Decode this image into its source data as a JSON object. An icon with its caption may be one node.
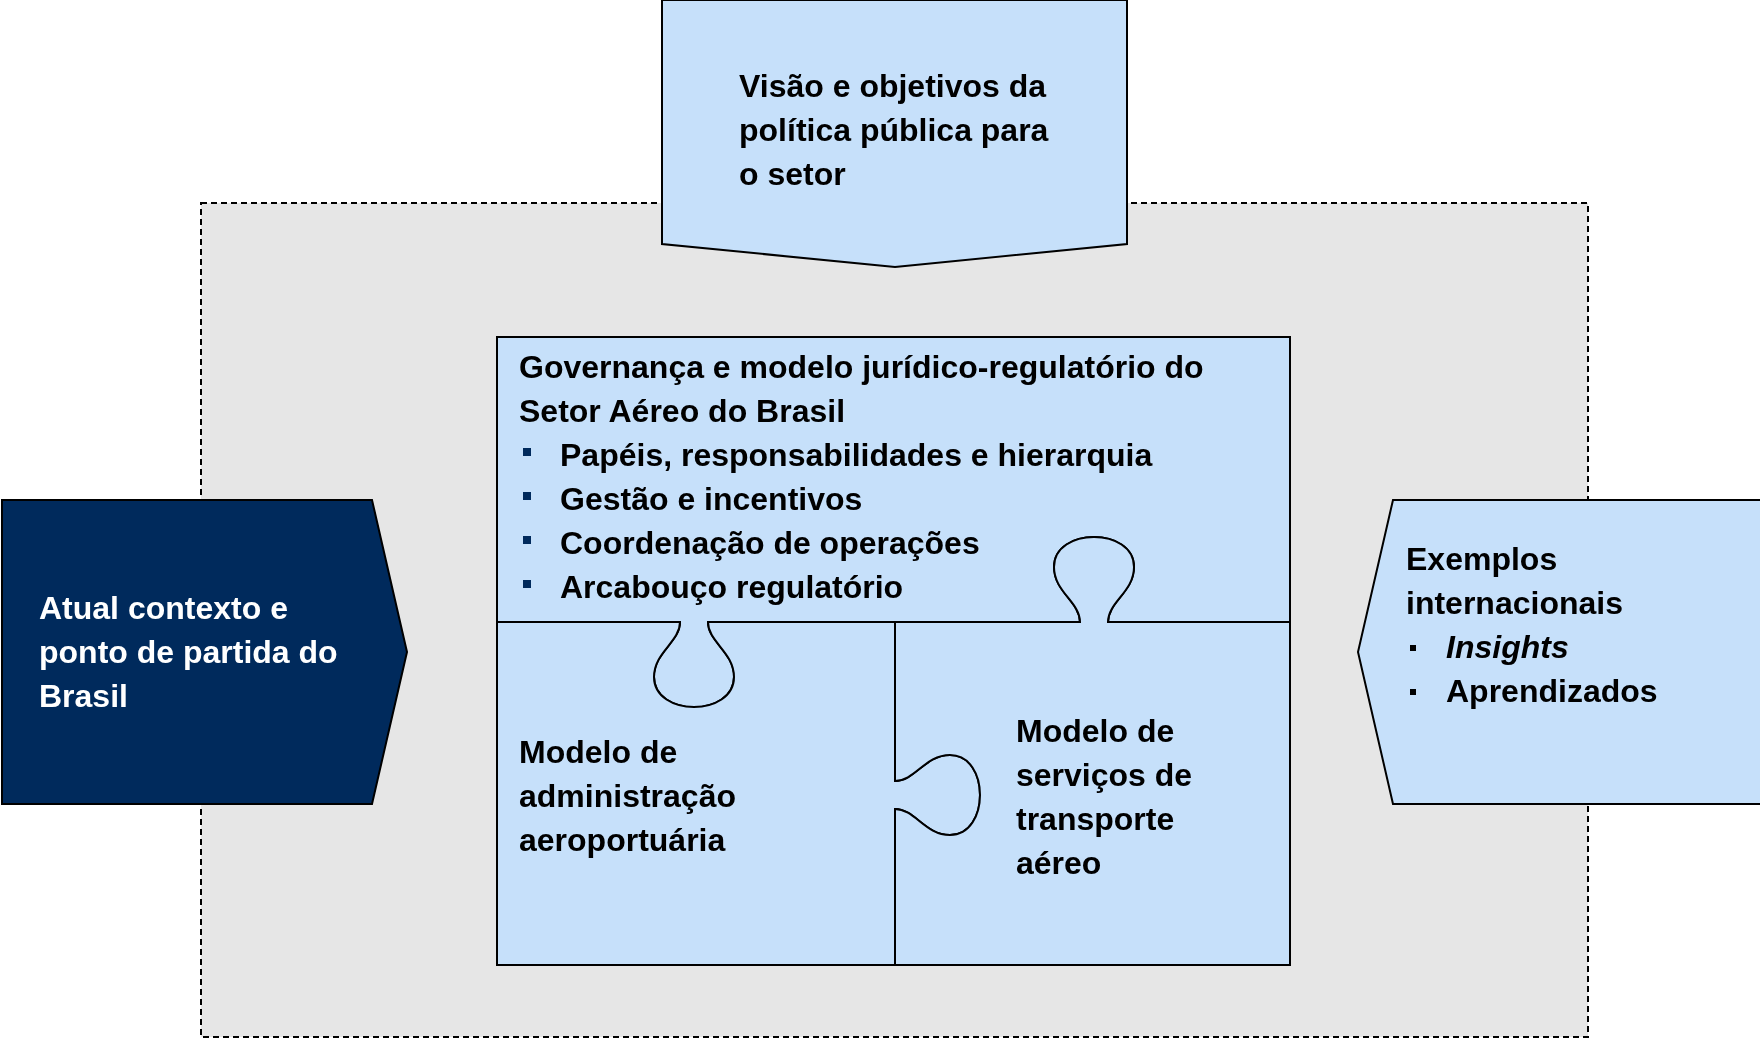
{
  "diagram": {
    "nodes": [
      {
        "text": [],
        "shape": "box"
      },
      {
        "text": [
          "Visão e objetivos da política pública para o setor"
        ]
      },
      {
        "text": [
          "Atual contexto e ponto de partida do Brasil"
        ]
      },
      {
        "text": [
          "Governança e modelo jurídico-regulatório do Setor Aéreo do Brasil",
          "Papéis, responsabilidades e hierarquia",
          "Gestão e incentivos",
          "Coordenação de operações",
          "Arcabouço regulatório"
        ],
        "in": 0
      },
      {
        "text": [
          "Modelo de administração aeroportuária"
        ],
        "in": 0
      },
      {
        "text": [
          "Modelo de serviços de transporte aéreo"
        ],
        "in": 0
      },
      {
        "text": [
          "Exemplos internacionais",
          "Insights",
          "Aprendizados"
        ]
      }
    ]
  }
}
